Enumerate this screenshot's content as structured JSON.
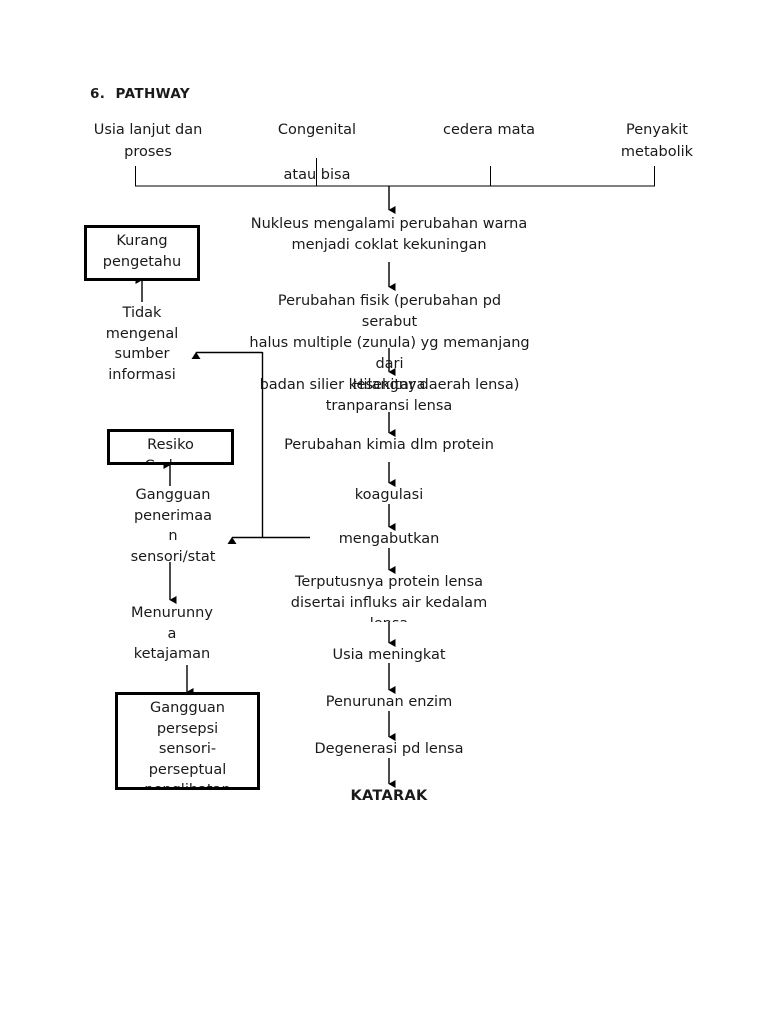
{
  "page": {
    "title": "6.  PATHWAY",
    "background": "#ffffff",
    "ink": "#1a1a1a"
  },
  "causes": [
    {
      "id": "usia-lanjut",
      "text": "Usia lanjut dan\nproses"
    },
    {
      "id": "congenital",
      "text": "Congenital\n\natau bisa"
    },
    {
      "id": "cedera-mata",
      "text": "cedera mata"
    },
    {
      "id": "penyakit-metabolik",
      "text": "Penyakit\nmetabolik"
    }
  ],
  "main_flow": [
    {
      "id": "nukleus",
      "text": "Nukleus  mengalami perubahan warna\nmenjadi coklat kekuningan"
    },
    {
      "id": "perubahan-fisik",
      "text": "Perubahan fisik (perubahan pd serabut\nhalus multiple (zunula) yg memanjang dari\nbadan silier kesekitar daerah lensa)"
    },
    {
      "id": "hilangnya-transparansi",
      "text": "Hilangnya\ntranparansi lensa"
    },
    {
      "id": "perubahan-kimia",
      "text": "Perubahan kimia dlm protein"
    },
    {
      "id": "koagulasi",
      "text": "koagulasi"
    },
    {
      "id": "mengabutkan",
      "text": "mengabutkan"
    },
    {
      "id": "terputusnya-protein",
      "text": "Terputusnya protein lensa\ndisertai influks air kedalam\nlensa"
    },
    {
      "id": "usia-meningkat",
      "text": "Usia meningkat"
    },
    {
      "id": "penurunan-enzim",
      "text": "Penurunan enzim"
    },
    {
      "id": "degenerasi",
      "text": "Degenerasi pd lensa"
    },
    {
      "id": "katarak",
      "text": "KATARAK"
    }
  ],
  "left_branch": {
    "box_kurang_pengetahuan": "Kurang\npengetahu\nan",
    "tidak-mengenal": "Tidak\nmengenal\nsumber\ninformasi",
    "box_resiko": "Resiko\nCedera",
    "gangguan-penerimaan": "Gangguan\npenerimaa\nn\nsensori/stat",
    "menurunnya-ketajaman": "Menurunny\na\nketajaman",
    "box_gangguan_persepsi": "Gangguan\npersepsi\nsensori-\nperseptual\npenglihatan"
  }
}
